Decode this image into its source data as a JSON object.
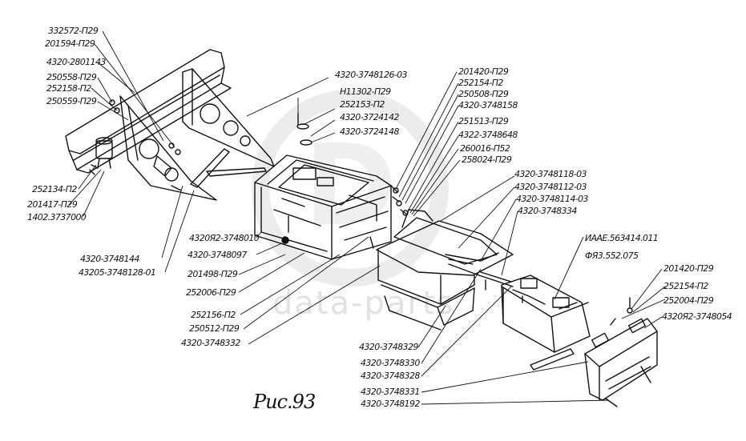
{
  "figure": {
    "caption": "Рис.93"
  },
  "watermark": {
    "text": "data-parts"
  },
  "labels": {
    "l332572": "332572-П29",
    "l201594": "201594-П29",
    "l4320_2801143": "4320-2801143",
    "l250558": "250558-П29",
    "l252158": "252158-П2",
    "l250559": "250559-П29",
    "l252134": "252134-П2",
    "l201417": "201417-П29",
    "l1402": "1402.3737000",
    "l3748144": "4320-3748144",
    "l3748128_01": "43205-3748128-01",
    "l3748010": "4320Я2-3748010",
    "l3748097": "4320-3748097",
    "l201498": "201498-П29",
    "l252006": "252006-П29",
    "l252156": "252156-П2",
    "l250512": "250512-П29",
    "l3748332": "4320-3748332",
    "l3748126_03": "4320-3748126-03",
    "lH11302": "Н11302-П29",
    "l252153": "252153-П2",
    "l3724142": "4320-3724142",
    "l3724148": "4320-3724148",
    "l201420a": "201420-П29",
    "l252154a": "252154-П2",
    "l250508": "250508-П29",
    "l3748158": "4320-3748158",
    "l251513": "251513-П29",
    "l3748648": "4322-3748648",
    "l260016": "260016-П52",
    "l258024": "258024-П29",
    "l3748118_03": "4320-3748118-03",
    "l3748112_03": "4320-3748112-03",
    "l3748114_03": "4320-3748114-03",
    "l3748334": "4320-3748334",
    "lIAAE": "ИААЕ.563414.011",
    "lFR3": "ФЯ3.552.075",
    "l201420b": "201420-П29",
    "l252154b": "252154-П2",
    "l252004": "252004-П29",
    "l3748054": "4320Я2-3748054",
    "l3748329": "4320-3748329",
    "l3748330": "4320-3748330",
    "l3748328": "4320-3748328",
    "l3748331": "4320-3748331",
    "l3748192": "4320-3748192"
  }
}
